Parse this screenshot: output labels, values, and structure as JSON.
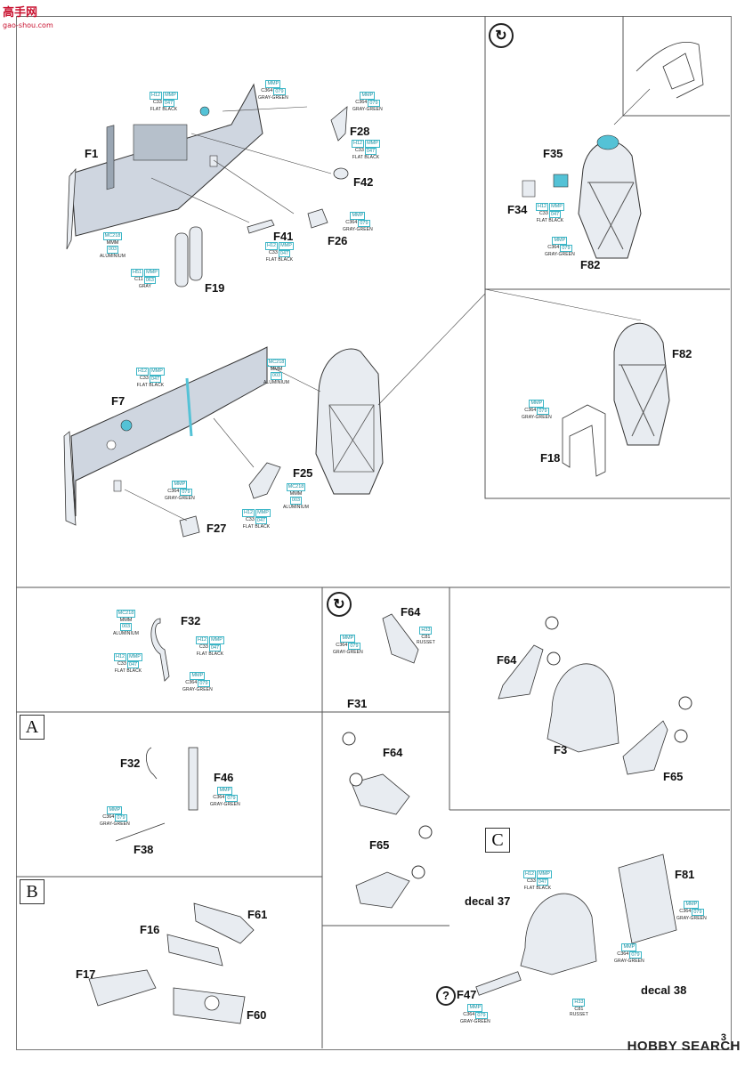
{
  "watermark": {
    "logo": "高手网",
    "url": "gao-shou.com"
  },
  "footer": {
    "brand": "HOBBY SEARCH",
    "page_number": "3"
  },
  "parts": {
    "F1": "F1",
    "F7": "F7",
    "F28": "F28",
    "F42": "F42",
    "F41": "F41",
    "F26": "F26",
    "F19": "F19",
    "F25": "F25",
    "F27": "F27",
    "F35": "F35",
    "F34": "F34",
    "F82a": "F82",
    "F82b": "F82",
    "F18": "F18",
    "F32a": "F32",
    "F32b": "F32",
    "F46": "F46",
    "F38": "F38",
    "F64a": "F64",
    "F31": "F31",
    "F64b": "F64",
    "F3": "F3",
    "F65a": "F65",
    "F64c": "F64",
    "F65b": "F65",
    "F61": "F61",
    "F16": "F16",
    "F17": "F17",
    "F60": "F60",
    "F81": "F81",
    "decal37": "decal 37",
    "decal38": "decal 38",
    "F47": "F47"
  },
  "colors": {
    "flat_black": {
      "h": "H12",
      "m": "MMP",
      "c": "C33",
      "n": "047",
      "name": "FLAT BLACK"
    },
    "gray_green": {
      "m": "MMP",
      "c": "C364",
      "n": "079",
      "name": "GRAY-GREEN"
    },
    "aluminium": {
      "mc": "MC218",
      "m": "MMM",
      "n": "003",
      "name": "ALUMINIUM"
    },
    "gray": {
      "h": "H51",
      "m": "MMP",
      "c": "C11",
      "n": "063",
      "name": "GRAY"
    },
    "russet": {
      "h": "H33",
      "c": "C81",
      "name": "RUSSET"
    }
  },
  "sections": {
    "A": "A",
    "B": "B",
    "C": "C"
  },
  "symbols": {
    "rotate": "↻",
    "question": "?"
  },
  "accent": {
    "part_fill": "#cfd6e0",
    "highlight": "#54c2d6",
    "line": "#333333"
  }
}
